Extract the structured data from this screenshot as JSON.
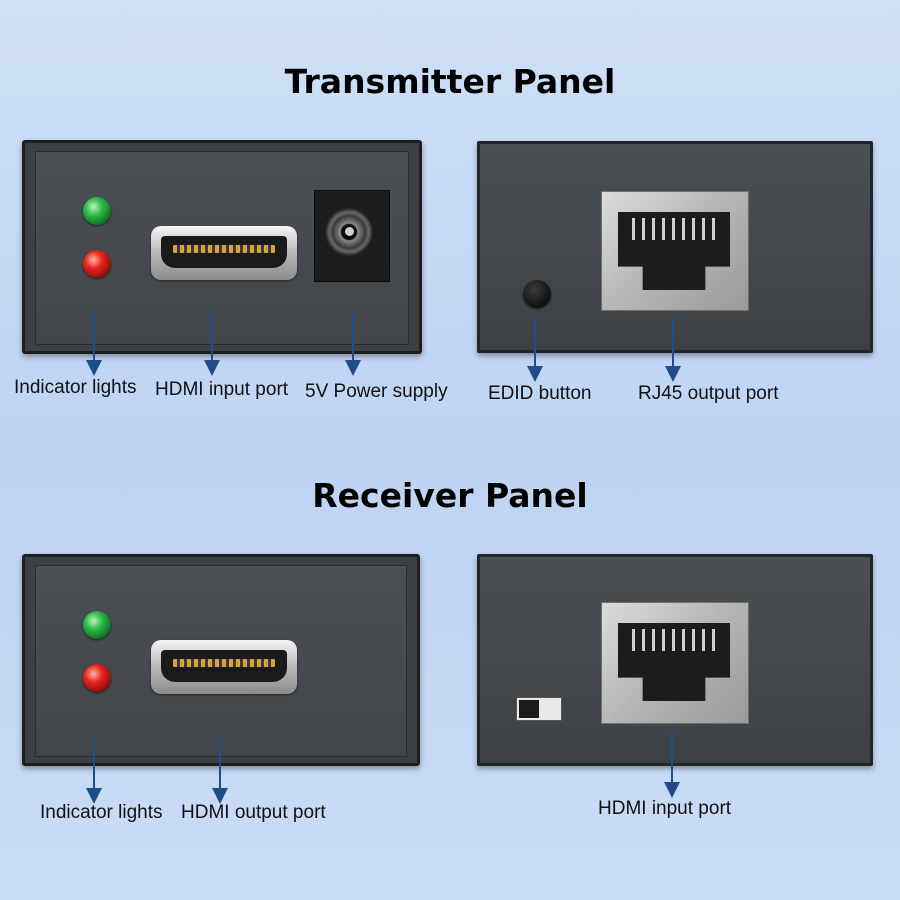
{
  "transmitter": {
    "title": "Transmitter Panel",
    "labels": {
      "indicator": "Indicator lights",
      "hdmi": "HDMI input port",
      "power": "5V Power supply",
      "edid": "EDID button",
      "rj45": "RJ45 output port"
    }
  },
  "receiver": {
    "title": "Receiver Panel",
    "labels": {
      "indicator": "Indicator lights",
      "hdmi": "HDMI output port",
      "rear_port": "HDMI input port"
    }
  },
  "colors": {
    "arrow": "#1f4e87",
    "led_green": "#2db84a",
    "led_red": "#e4261c"
  }
}
